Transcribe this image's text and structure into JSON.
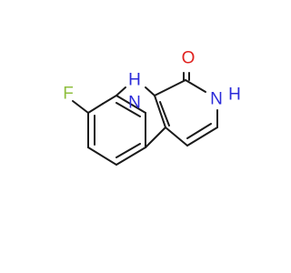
{
  "molecule": {
    "atoms": [
      {
        "id": "F",
        "label": "F",
        "color": "#8fbf3f"
      },
      {
        "id": "N9",
        "label": "N",
        "color": "#2b2bd9"
      },
      {
        "id": "H9",
        "label": "H",
        "color": "#2b2bd9"
      },
      {
        "id": "O1",
        "label": "O",
        "color": "#e0221f"
      },
      {
        "id": "N2",
        "label": "N",
        "color": "#2b2bd9"
      },
      {
        "id": "H2",
        "label": "H",
        "color": "#2b2bd9"
      }
    ],
    "bond_color": "#1a1a1a"
  }
}
